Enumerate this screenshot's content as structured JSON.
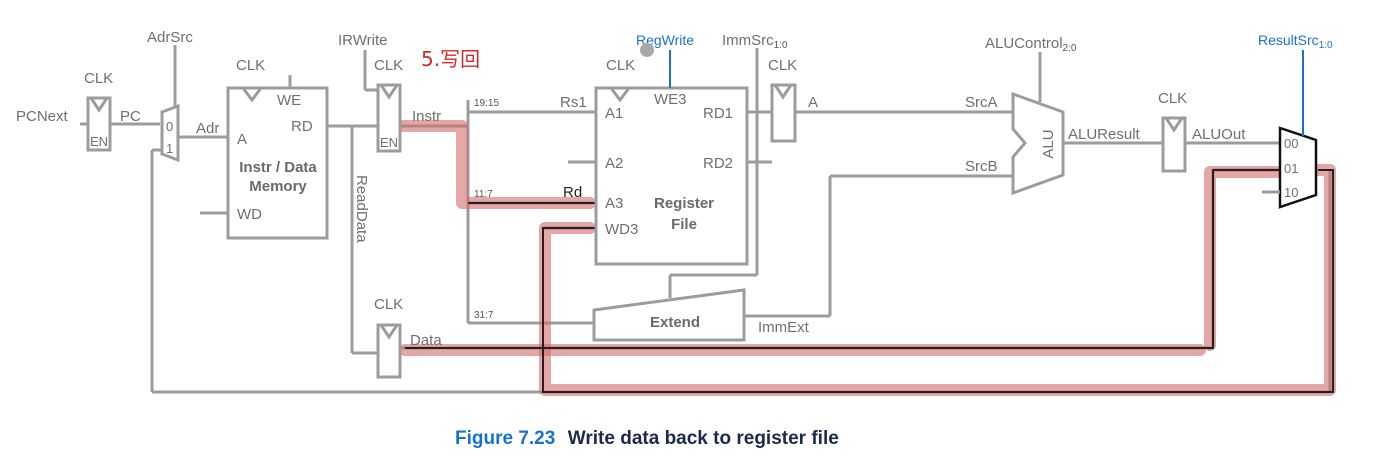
{
  "figure": {
    "caption_number": "Figure 7.23",
    "caption_text": "Write data back to register file"
  },
  "labels": {
    "pcnext": "PCNext",
    "pc": "PC",
    "clk": "CLK",
    "en": "EN",
    "adrsrc": "AdrSrc",
    "mux0": "0",
    "mux1": "1",
    "adr": "Adr",
    "mem_a": "A",
    "mem_we": "WE",
    "mem_rd": "RD",
    "mem_wd": "WD",
    "mem_title_1": "Instr / Data",
    "mem_title_2": "Memory",
    "irwrite": "IRWrite",
    "instr": "Instr",
    "readdata": "ReadData",
    "data": "Data",
    "bits_19_15": "19:15",
    "bits_11_7": "11:7",
    "bits_31_7": "31:7",
    "rs1": "Rs1",
    "rd": "Rd",
    "rf_a1": "A1",
    "rf_a2": "A2",
    "rf_a3": "A3",
    "rf_wd3": "WD3",
    "rf_we3": "WE3",
    "rf_rd1": "RD1",
    "rf_rd2": "RD2",
    "rf_title_1": "Register",
    "rf_title_2": "File",
    "regwrite": "RegWrite",
    "immsrc_main": "ImmSrc",
    "immsrc_sub": "1:0",
    "a_reg": "A",
    "extend": "Extend",
    "immext": "ImmExt",
    "srca": "SrcA",
    "srcb": "SrcB",
    "alu": "ALU",
    "alucontrol_main": "ALUControl",
    "alucontrol_sub": "2:0",
    "aluresult": "ALUResult",
    "aluout": "ALUOut",
    "resultsrc_main": "ResultSrc",
    "resultsrc_sub": "1:0",
    "res_00": "00",
    "res_01": "01",
    "res_10": "10",
    "annotation": "5.写回"
  },
  "colors": {
    "wire": "#9c9c9c",
    "control_blue": "#1a73c9",
    "highlight": "#d46a6a",
    "annotation_red": "#d22b2b"
  }
}
